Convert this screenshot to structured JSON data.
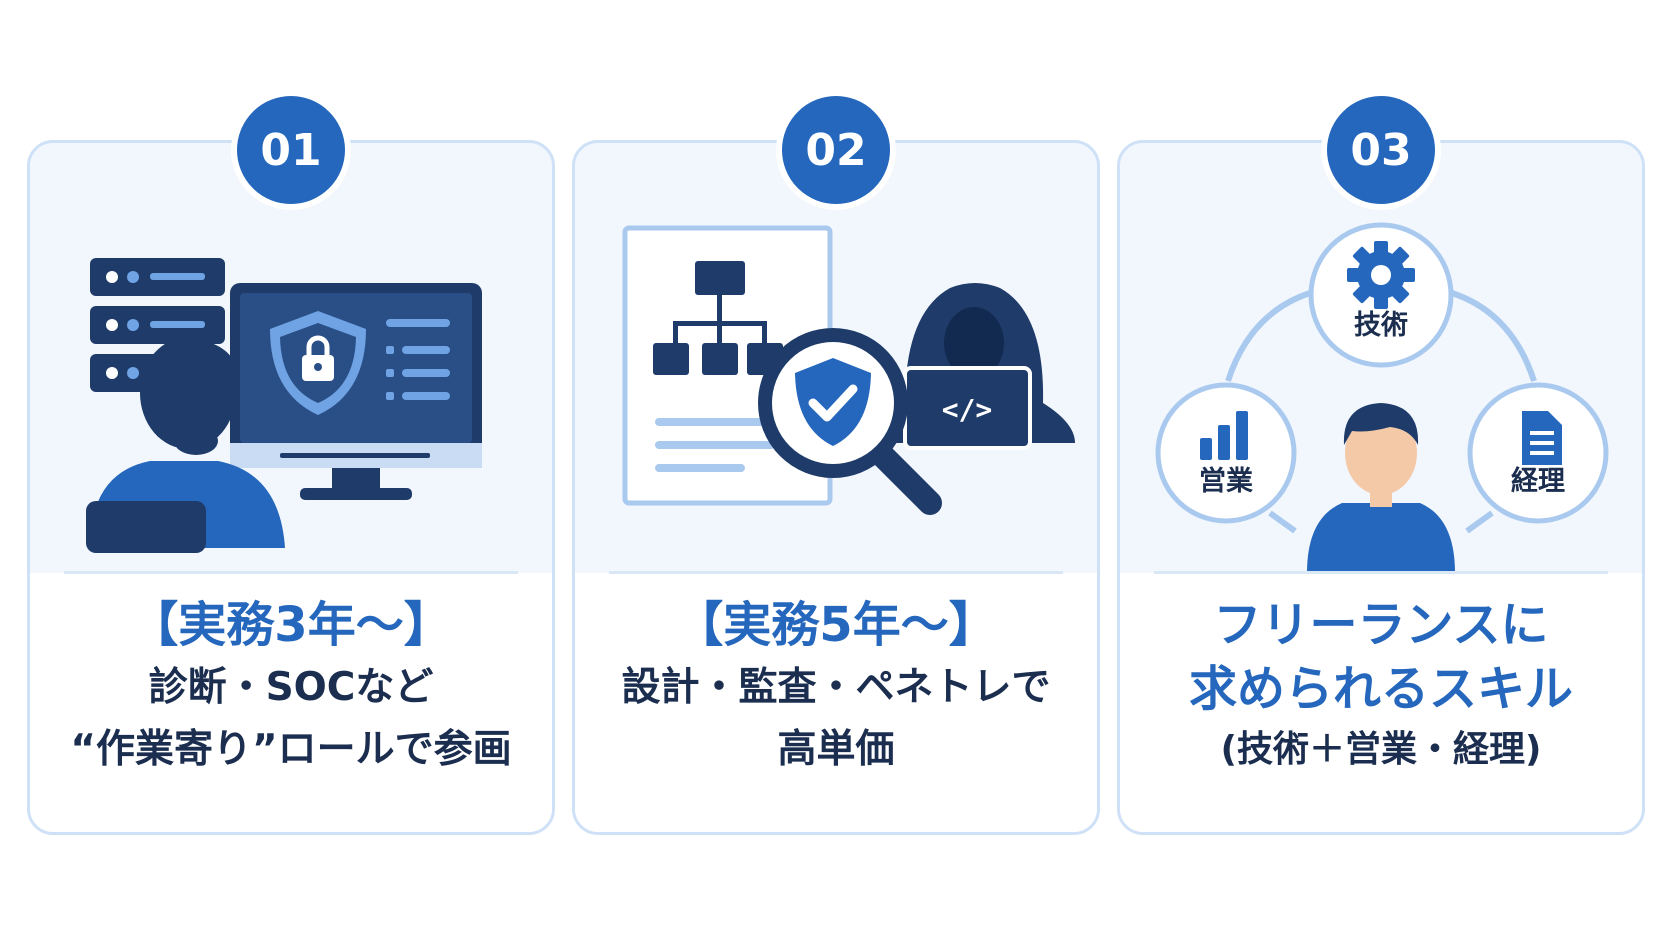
{
  "cards": [
    {
      "number": "01",
      "title": "【実務3年〜】",
      "line1": "診断・SOCなど",
      "line2": "“作業寄り”ロールで参画"
    },
    {
      "number": "02",
      "title": "【実務5年〜】",
      "line1": "設計・監査・ペネトレで",
      "line2": "高単価"
    },
    {
      "number": "03",
      "title_line1": "フリーランスに",
      "title_line2": "求められるスキル",
      "sub": "(技術＋営業・経理)",
      "skills": {
        "tech": "技術",
        "sales": "営業",
        "accounting": "経理"
      }
    }
  ],
  "icons": {
    "card1": [
      "server-rack-icon",
      "person-icon",
      "monitor-icon",
      "shield-lock-icon"
    ],
    "card2": [
      "document-icon",
      "org-chart-icon",
      "magnifier-icon",
      "shield-check-icon",
      "hacker-icon",
      "laptop-code-icon"
    ],
    "card3": [
      "gear-icon",
      "bar-chart-icon",
      "file-icon",
      "person-icon"
    ]
  },
  "colors": {
    "primary": "#2467bd",
    "navy": "#1e3b6a",
    "light": "#a9c9ef",
    "card_border": "#cfe1f7",
    "card_bg": "#f2f7fd"
  }
}
